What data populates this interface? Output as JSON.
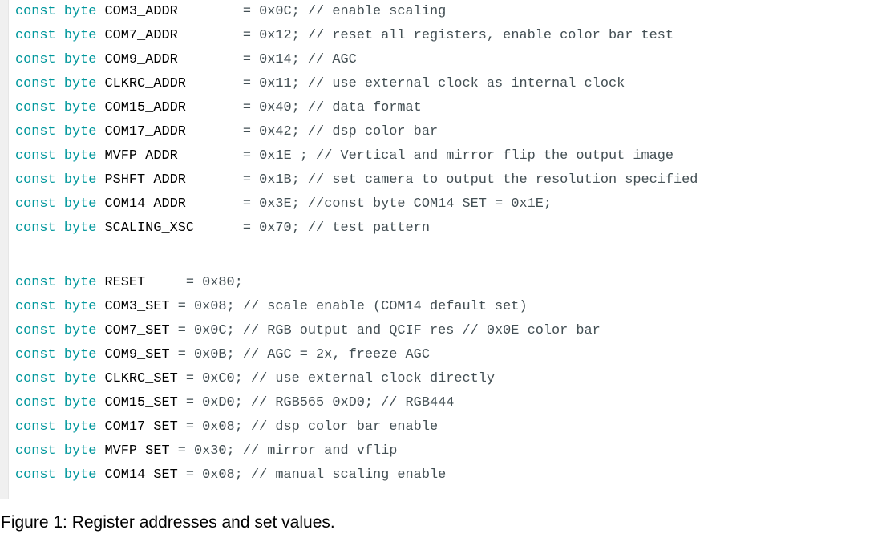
{
  "lines": [
    {
      "kw": "const byte ",
      "name": "COM3_ADDR",
      "pad": "        ",
      "rest": "= 0x0C; // enable scaling"
    },
    {
      "kw": "const byte ",
      "name": "COM7_ADDR",
      "pad": "        ",
      "rest": "= 0x12; // reset all registers, enable color bar test"
    },
    {
      "kw": "const byte ",
      "name": "COM9_ADDR",
      "pad": "        ",
      "rest": "= 0x14; // AGC"
    },
    {
      "kw": "const byte ",
      "name": "CLKRC_ADDR",
      "pad": "       ",
      "rest": "= 0x11; // use external clock as internal clock"
    },
    {
      "kw": "const byte ",
      "name": "COM15_ADDR",
      "pad": "       ",
      "rest": "= 0x40; // data format"
    },
    {
      "kw": "const byte ",
      "name": "COM17_ADDR",
      "pad": "       ",
      "rest": "= 0x42; // dsp color bar"
    },
    {
      "kw": "const byte ",
      "name": "MVFP_ADDR",
      "pad": "        ",
      "rest": "= 0x1E ; // Vertical and mirror flip the output image"
    },
    {
      "kw": "const byte ",
      "name": "PSHFT_ADDR",
      "pad": "       ",
      "rest": "= 0x1B; // set camera to output the resolution specified"
    },
    {
      "kw": "const byte ",
      "name": "COM14_ADDR",
      "pad": "       ",
      "rest": "= 0x3E; //const byte COM14_SET = 0x1E;"
    },
    {
      "kw": "const byte ",
      "name": "SCALING_XSC",
      "pad": "      ",
      "rest": "= 0x70; // test pattern"
    },
    {
      "kw": "const byte ",
      "name": "RESET",
      "pad": "     ",
      "rest": "= 0x80;"
    },
    {
      "kw": "const byte ",
      "name": "COM3_SET",
      "pad": " ",
      "rest": "= 0x08; // scale enable (COM14 default set)"
    },
    {
      "kw": "const byte ",
      "name": "COM7_SET",
      "pad": " ",
      "rest": "= 0x0C; // RGB output and QCIF res // 0x0E color bar"
    },
    {
      "kw": "const byte ",
      "name": "COM9_SET",
      "pad": " ",
      "rest": "= 0x0B; // AGC = 2x, freeze AGC"
    },
    {
      "kw": "const byte ",
      "name": "CLKRC_SET",
      "pad": "",
      "rest": " = 0xC0; // use external clock directly"
    },
    {
      "kw": "const byte ",
      "name": "COM15_SET",
      "pad": "",
      "rest": " = 0xD0; // RGB565 0xD0; // RGB444"
    },
    {
      "kw": "const byte ",
      "name": "COM17_SET",
      "pad": "",
      "rest": " = 0x08; // dsp color bar enable"
    },
    {
      "kw": "const byte ",
      "name": "MVFP_SET",
      "pad": " ",
      "rest": "= 0x30; // mirror and vflip"
    },
    {
      "kw": "const byte ",
      "name": "COM14_SET",
      "pad": "",
      "rest": " = 0x08; // manual scaling enable"
    }
  ],
  "caption": "Figure 1: Register addresses and set values."
}
